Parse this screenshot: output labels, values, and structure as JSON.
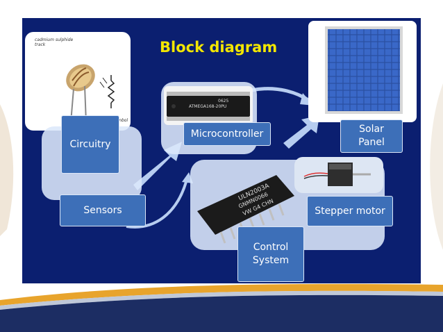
{
  "title": "Block diagram",
  "photo_labels": {
    "ldr_caption": "cadmium sulphide track",
    "symbol_caption": "circuit symbol",
    "mcu_line1": "0625",
    "mcu_line2": "ATMEGA168-20PU",
    "driver_line1": "ULN2003A",
    "driver_line2": "GNMN0066",
    "driver_line3": "VW G4 CHN"
  },
  "blocks": {
    "circuitry": "Circuitry",
    "sensors": "Sensors",
    "microcontroller": "Microcontroller",
    "solar_panel": "Solar\nPanel",
    "stepper_motor": "Stepper motor",
    "control_system": "Control\nSystem"
  },
  "colors": {
    "slide_background": "#0b1f70",
    "title": "#f2e600",
    "block_fill": "#3d6fb8",
    "arrow": "#b7cdf0",
    "bottom_band": "#1c2d63",
    "bottom_stripe": "#e8a42c"
  }
}
